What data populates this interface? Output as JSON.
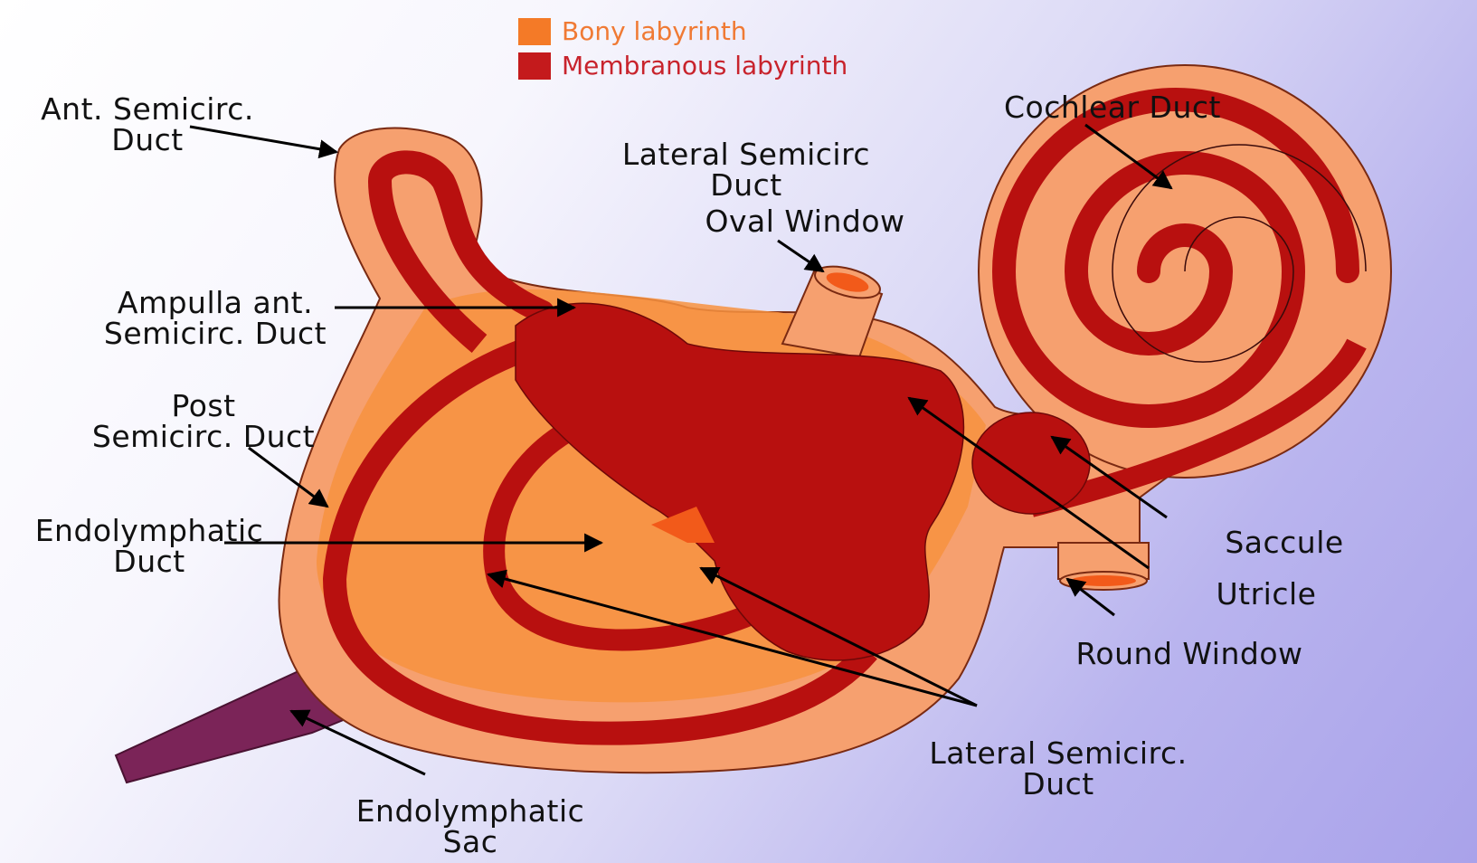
{
  "legend": [
    {
      "label": "Bony labyrinth",
      "swatch_color": "#f47a27",
      "text_color": "#f07a34"
    },
    {
      "label": "Membranous labyrinth",
      "swatch_color": "#c41a1c",
      "text_color": "#c8232c"
    }
  ],
  "labels": {
    "ant_semicirc_duct": "Ant. Semicirc.\nDuct",
    "lateral_semicirc_duct_top": "Lateral Semicirc\nDuct",
    "oval_window": "Oval Window",
    "cochlear_duct": "Cochlear Duct",
    "ampulla_ant_semicirc_duct": "Ampulla ant.\nSemicirc. Duct",
    "post_semicirc_duct": "Post\nSemicirc. Duct",
    "endolymphatic_duct": "Endolymphatic\nDuct",
    "saccule": "Saccule",
    "utricle": "Utricle",
    "round_window": "Round Window",
    "lateral_semicirc_duct_bottom": "Lateral Semicirc.\nDuct",
    "endolymphatic_sac": "Endolymphatic\nSac"
  },
  "colors": {
    "bony": "#f6a06f",
    "bony_inner": "#f47f2e",
    "membranous": "#b8100f",
    "membranous_dark": "#9e0b0b",
    "endolymphatic": "#7b2458",
    "arrow": "#000000"
  }
}
